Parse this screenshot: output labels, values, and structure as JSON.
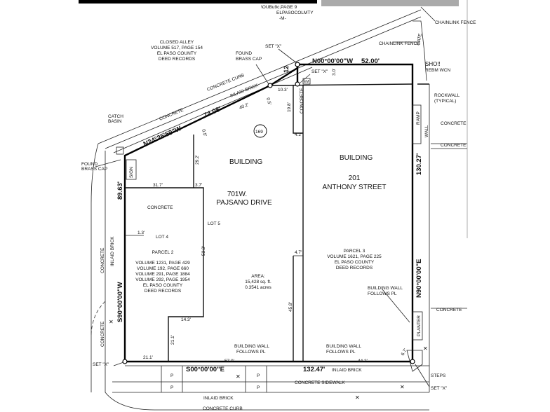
{
  "header": {
    "line1": "\\OUBu9c,PAGE 9",
    "line2": "ELPASOCOLMTY",
    "line3": "-M-"
  },
  "labels": {
    "chainlink_fence_top": "CHAINLINK FENCE",
    "chainlink_fence_mid": "CHAINLINK FENCE",
    "gate": "GATE",
    "set_x_top": "SET \"X\"",
    "set_x_mid": "SET \"X\"",
    "set_x_left": "SET \"X\"",
    "set_x_bottom": "SET \"X\"",
    "closed_alley": [
      "CLOSED ALLEY",
      "VOLUME 517, PAGE 154",
      "EL PASO COUNTY",
      "DEED RECORDS"
    ],
    "found_brass_cap_top": [
      "FOUND",
      "BRASS CAP"
    ],
    "found_brass_cap_left": [
      "FOUND",
      "BRASS CAP"
    ],
    "concrete_curb_top": "CONCRETE CURB",
    "inlaid_brick_top": "INLAID BRICK",
    "concrete_diag": "CONCRETE",
    "catch_basin": [
      "CATCH",
      "BASIN"
    ],
    "sign": "SIGN",
    "shop_label": [
      "SHO!!",
      "REBM WCN"
    ],
    "rockwall": [
      "ROCKWALL",
      "(TYPICAL)"
    ],
    "ramp": "RAMP",
    "wall": "WALL",
    "concrete_right1": "CONCRETE",
    "concrete_right2": "CONCRETE",
    "concrete_right3": "CONCRETE",
    "concrete_left_box": "CONCRETE",
    "concrete_strip": "CONCRETE",
    "concrete_left_lower": "CONCRETE",
    "inlaid_brick_left": "INLAID BRICK",
    "building_left": "BUILDING",
    "building_right": "BUILDING",
    "address_left": [
      "701W.",
      "PAJSANO DRIVE"
    ],
    "address_right": [
      "201",
      "ANTHONY STREET"
    ],
    "lot5": "LOT 5",
    "lot4": "LOT 4",
    "parcel2": [
      "PARCEL 2",
      "VOLUME 1231, PAGE 429",
      "VOLUME 192, PAGE 660",
      "VOLUME 291, PAGE 1884",
      "VOLUME 292, PAGE 1954",
      "EL PASO COUNTY",
      "DEED RECORDS"
    ],
    "parcel3": [
      "PARCEL 3",
      "VOLUME 1621, PAGE 225",
      "EL PASO COUNTY",
      "DEED RECORDS"
    ],
    "area": [
      "AREA:",
      "15,428 sq. ft.",
      "0.3541 acres"
    ],
    "building_wall_follows_right": [
      "BUILDING WALL",
      "FOLLOWS PL"
    ],
    "building_wall_follows_bl": [
      "BUILDING WALL",
      "FOLLOWS PL"
    ],
    "building_wall_follows_br": [
      "BUILDING WALL",
      "FOLLOWS PL"
    ],
    "planter": "PLANTER",
    "steps": "STEPS",
    "inlaid_brick_bottom1": "INLAID BRICK",
    "inlaid_brick_bottom2": "INLAID BRICK",
    "concrete_sidewalk": "CONCRETE SIDEWALK",
    "concrete_curb_bottom": "CONCRETE CURB",
    "circle_number": "169",
    "em": "EM"
  },
  "bearings": {
    "top": "N00°00'00\"W",
    "diagonal": "N24°25'59\"W",
    "left": "S90°00'00\"W",
    "right": "N90°00'00\"E",
    "bottom": "S00°00'00\"E"
  },
  "distances": {
    "top": "52.00'",
    "top_short": "12",
    "diagonal": "74.08'",
    "left": "89.63'",
    "right": "130.27'",
    "bottom": "132.47'"
  },
  "dimensions": {
    "d40_2": "40.2'",
    "d10_3": "10.3'",
    "d3_0": "3.0'",
    "d0_5a": "0.5'",
    "d0_5b": "0.5'",
    "d19_8": "19.8'",
    "d4_2": "4.2'",
    "d29_2": "29.2'",
    "d31_7": "31.7'",
    "d3_7": "3.7'",
    "d1_3": "1.3'",
    "d53_3": "53.3'",
    "d4_7": "4.7'",
    "d45_8": "45.8'",
    "d14_3": "14.3'",
    "d21_1": "21.1'",
    "d21_1b": "21.1'",
    "d57_0": "57.0'",
    "d44_2": "44.2'",
    "d6_7": "6.7'"
  },
  "tile_letters": {
    "p": "P"
  }
}
